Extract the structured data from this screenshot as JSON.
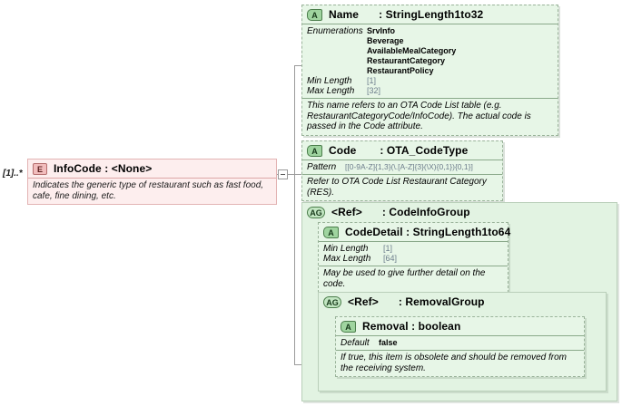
{
  "diagram": {
    "type": "xsd-schema-tree",
    "root": {
      "icon": "element-icon",
      "badge": "E",
      "name": "InfoCode",
      "type": "<None>",
      "title": "InfoCode : <None>",
      "cardinality": "[1]..*",
      "documentation": "Indicates the generic type of restaurant such as fast food, cafe, fine dining, etc."
    },
    "attributes": [
      {
        "icon": "attribute-icon",
        "badge": "A",
        "name": "Name",
        "type": "StringLength1to32",
        "title": "Name",
        "type_label": ": StringLength1to32",
        "facets": [
          {
            "key": "Enumerations",
            "values": [
              "SrvInfo",
              "Beverage",
              "AvailableMealCategory",
              "RestaurantCategory",
              "RestaurantPolicy"
            ]
          },
          {
            "key": "Min Length",
            "value": "[1]"
          },
          {
            "key": "Max Length",
            "value": "[32]"
          }
        ],
        "documentation": "This name refers to an OTA Code List table (e.g. RestaurantCategoryCode/InfoCode). The actual code is passed in the Code attribute."
      },
      {
        "icon": "attribute-icon",
        "badge": "A",
        "name": "Code",
        "type": "OTA_CodeType",
        "title": "Code",
        "type_label": ": OTA_CodeType",
        "facets": [
          {
            "key": "Pattern",
            "value": "[[0-9A-Z]{1,3}(\\.[A-Z]{3}(\\X){0,1}){0,1}]"
          }
        ],
        "documentation": "Refer to OTA Code List Restaurant Category (RES)."
      }
    ],
    "groups": [
      {
        "icon": "attribute-group-icon",
        "badge": "AG",
        "name": "<Ref>",
        "type": "CodeInfoGroup",
        "title": "<Ref>",
        "type_label": ": CodeInfoGroup",
        "children": [
          {
            "icon": "attribute-icon",
            "badge": "A",
            "name": "CodeDetail",
            "type": "StringLength1to64",
            "title": "CodeDetail : StringLength1to64",
            "facets": [
              {
                "key": "Min Length",
                "value": "[1]"
              },
              {
                "key": "Max Length",
                "value": "[64]"
              }
            ],
            "documentation": "May be used to give further detail on the code."
          }
        ],
        "nested_group": {
          "icon": "attribute-group-icon",
          "badge": "AG",
          "name": "<Ref>",
          "type": "RemovalGroup",
          "title": "<Ref>",
          "type_label": ": RemovalGroup",
          "children": [
            {
              "icon": "attribute-icon",
              "badge": "A",
              "name": "Removal",
              "type": "boolean",
              "title": "Removal : boolean",
              "facets": [
                {
                  "key": "Default",
                  "value": "false"
                }
              ],
              "documentation": "If true, this item is obsolete and should be removed from the receiving system."
            }
          ]
        }
      }
    ],
    "colors": {
      "attribute_fill": "#e7f6e7",
      "group_fill": "#e2f3e2",
      "element_fill": "#fdeeee",
      "element_border": "#e3b4b4",
      "badge_a_fill": "#9fd49f",
      "badge_e_fill": "#f2bdbd",
      "connector": "#9a9a9a"
    }
  }
}
